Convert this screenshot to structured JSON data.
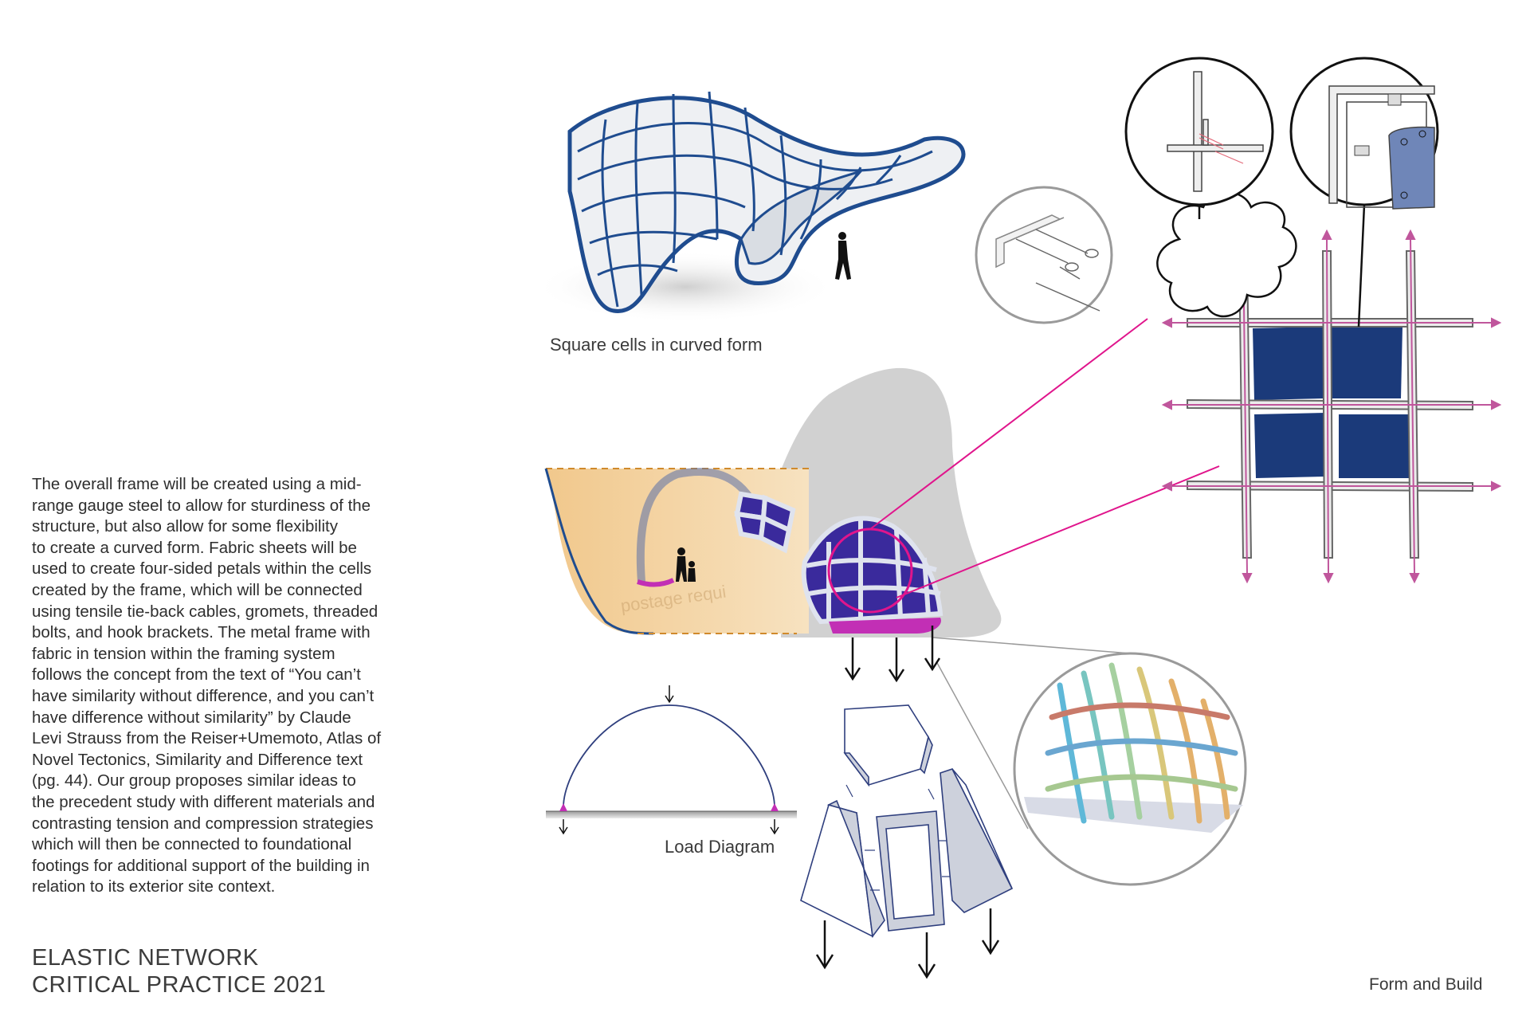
{
  "captions": {
    "square_cells": "Square cells in curved form",
    "load_diagram": "Load Diagram",
    "form_build": "Form and Build"
  },
  "project": {
    "line1": "ELASTIC NETWORK",
    "line2": "CRITICAL PRACTICE 2021"
  },
  "body_lines": [
    " The overall frame will be created using a mid-",
    "range gauge steel to allow for sturdiness of the",
    "structure, but also allow for some flexibility",
    "to create a curved form. Fabric sheets will be",
    "used to create four-sided petals within the cells",
    "created by the frame, which will be connected",
    "using tensile tie-back cables, gromets, threaded",
    "bolts, and hook brackets. The metal frame with",
    "fabric in tension within the framing system",
    "follows the concept from the text of “You can’t",
    "have similarity without difference, and you can’t",
    "have difference without similarity” by Claude",
    "Levi Strauss from the Reiser+Umemoto, Atlas of",
    "Novel Tectonics, Similarity and Difference text",
    "(pg. 44). Our group proposes similar ideas to",
    "the precedent study with different materials and",
    "contrasting tension and compression strategies",
    "which will then be connected to foundational",
    "footings for additional support of the building in",
    "relation to its exterior site context."
  ],
  "colors": {
    "frame_blue": "#1f4c8f",
    "panel_navy": "#1b3a7a",
    "petal_purple": "#3a2a9c",
    "accent_magenta": "#e0158c",
    "pink_arrow": "#c0569c",
    "sand": "#f0c98e"
  }
}
